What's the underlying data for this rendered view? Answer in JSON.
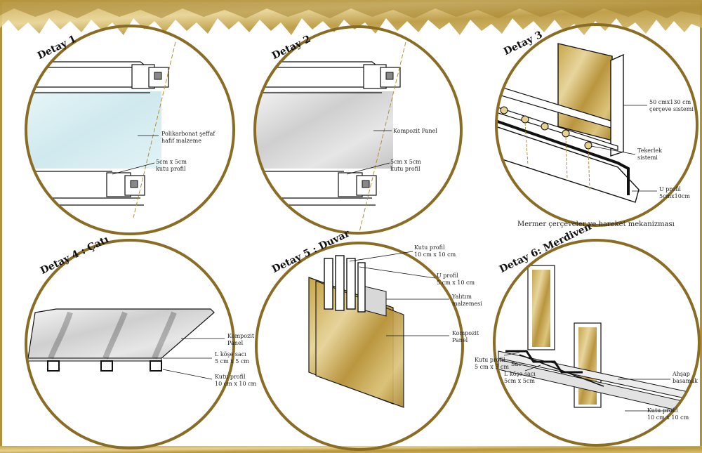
{
  "colors": {
    "gold": "#b0903a",
    "gold_light": "#d6bd72",
    "gold_pale": "#ead9a4",
    "ring": "#8a6d24",
    "line": "#111111",
    "glass": "#d6eef2",
    "grey": "#cfd1d3"
  },
  "details": [
    {
      "title": "Detay 1",
      "labels": [
        {
          "lines": [
            "Polikarbonat şeffaf",
            "hafif malzeme"
          ]
        },
        {
          "lines": [
            "5cm x 5cm",
            "kutu profil"
          ]
        }
      ]
    },
    {
      "title": "Detay 2",
      "labels": [
        {
          "lines": [
            "Kompozit Panel"
          ]
        },
        {
          "lines": [
            "5cm x 5cm",
            "kutu profil"
          ]
        }
      ]
    },
    {
      "title": "Detay 3",
      "labels": [
        {
          "lines": [
            "50 cmx130 cm",
            "çerçeve sistemi"
          ]
        },
        {
          "lines": [
            "Tekerlek",
            "sistemi"
          ]
        },
        {
          "lines": [
            "U profil",
            "5cmx10cm"
          ]
        }
      ],
      "caption": "Mermer çerçeveler ve hareket mekanizması"
    },
    {
      "title": "Detay 4 : Çatı",
      "labels": [
        {
          "lines": [
            "Kompozit",
            "Panel"
          ]
        },
        {
          "lines": [
            "L köşe sacı",
            "5 cm x 5 cm"
          ]
        },
        {
          "lines": [
            "Kutu profil",
            "10 cm x 10 cm"
          ]
        }
      ]
    },
    {
      "title": "Detay 5 : Duvar",
      "labels": [
        {
          "lines": [
            "Kutu profil",
            "10 cm x 10 cm"
          ]
        },
        {
          "lines": [
            "U profil",
            "5 cm x 10 cm"
          ]
        },
        {
          "lines": [
            "Yalıtım",
            "malzemesi"
          ]
        },
        {
          "lines": [
            "Kompozit",
            "Panel"
          ]
        }
      ]
    },
    {
      "title": "Detay 6: Merdiven",
      "labels": [
        {
          "lines": [
            "Kutu profil",
            "5 cm x 5 cm"
          ]
        },
        {
          "lines": [
            "Sac"
          ]
        },
        {
          "lines": [
            "L köşe sacı",
            "5cm x 5cm"
          ]
        },
        {
          "lines": [
            "Ahşap",
            "basamak"
          ]
        },
        {
          "lines": [
            "Kutu profil",
            "10 cm x 10 cm"
          ]
        }
      ]
    }
  ]
}
